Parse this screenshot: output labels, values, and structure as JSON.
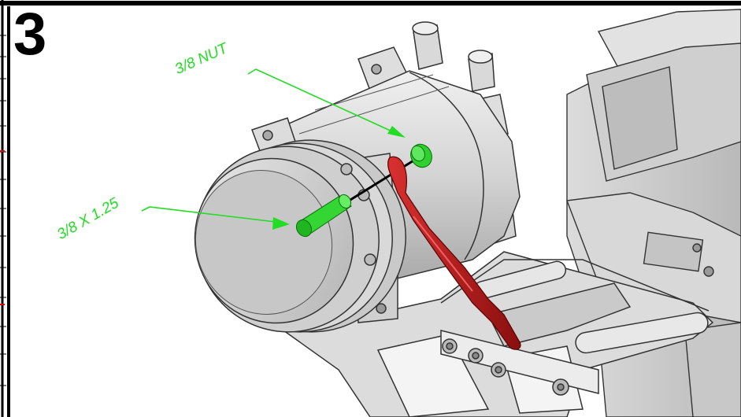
{
  "step_number": "3",
  "callouts": {
    "nut_label": "3/8 NUT",
    "bolt_label": "3/8 X 1.25"
  },
  "colors": {
    "callout": "#22dd22",
    "rod": "#b01818",
    "frame": "#000000",
    "part_gray": "#d4d4d4"
  }
}
